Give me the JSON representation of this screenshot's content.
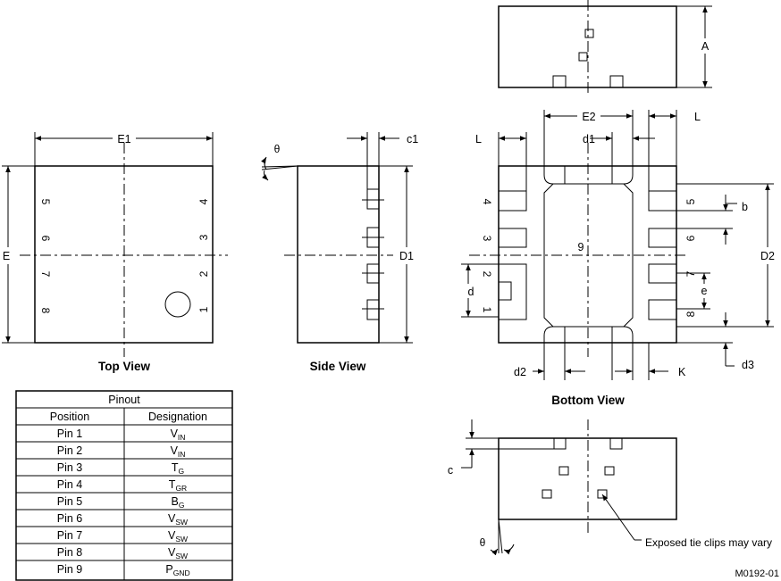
{
  "views": {
    "top": "Top View",
    "side": "Side View",
    "bottom": "Bottom View"
  },
  "dims": {
    "E1": "E1",
    "E": "E",
    "theta": "θ",
    "c1": "c1",
    "D1": "D1",
    "A": "A",
    "L": "L",
    "E2": "E2",
    "d1": "d1",
    "b": "b",
    "D2": "D2",
    "e": "e",
    "d": "d",
    "d2": "d2",
    "K": "K",
    "d3": "d3",
    "c": "c"
  },
  "pad_label": "9",
  "top_pins": {
    "p1": "1",
    "p2": "2",
    "p3": "3",
    "p4": "4",
    "p5": "5",
    "p6": "6",
    "p7": "7",
    "p8": "8"
  },
  "bottom_pins": {
    "p1": "1",
    "p2": "2",
    "p3": "3",
    "p4": "4",
    "p5": "5",
    "p6": "6",
    "p7": "7",
    "p8": "8"
  },
  "note": "Exposed tie clips may vary",
  "drawing_id": "M0192-01",
  "pinout": {
    "title": "Pinout",
    "headers": [
      "Position",
      "Designation"
    ],
    "rows": [
      {
        "position": "Pin 1",
        "base": "V",
        "sub": "IN"
      },
      {
        "position": "Pin 2",
        "base": "V",
        "sub": "IN"
      },
      {
        "position": "Pin 3",
        "base": "T",
        "sub": "G"
      },
      {
        "position": "Pin 4",
        "base": "T",
        "sub": "GR"
      },
      {
        "position": "Pin 5",
        "base": "B",
        "sub": "G"
      },
      {
        "position": "Pin 6",
        "base": "V",
        "sub": "SW"
      },
      {
        "position": "Pin 7",
        "base": "V",
        "sub": "SW"
      },
      {
        "position": "Pin 8",
        "base": "V",
        "sub": "SW"
      },
      {
        "position": "Pin 9",
        "base": "P",
        "sub": "GND"
      }
    ]
  }
}
